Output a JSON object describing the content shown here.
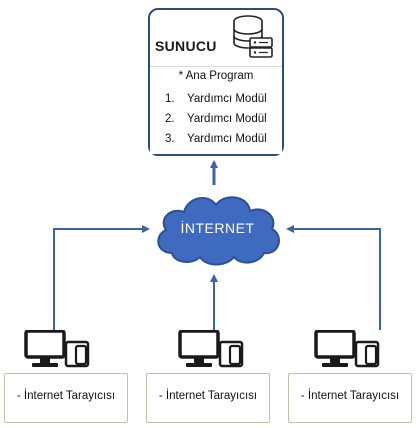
{
  "server": {
    "title": "SUNUCU",
    "main_program": "* Ana Program",
    "modules": [
      {
        "number": "1.",
        "label": "Yardımcı Modül"
      },
      {
        "number": "2.",
        "label": "Yardımcı Modül"
      },
      {
        "number": "3.",
        "label": "Yardımcı Modül"
      }
    ]
  },
  "cloud": {
    "label": "İNTERNET"
  },
  "clients": [
    {
      "label": "- İnternet Tarayıcısı"
    },
    {
      "label": "- İnternet Tarayıcısı"
    },
    {
      "label": "- İnternet Tarayıcısı"
    }
  ],
  "icons": {
    "server": "database-icon",
    "device": "computer-phone-icon"
  },
  "colors": {
    "cloud": "#3e6bbf",
    "cloud_stroke": "#2c4f95",
    "arrow": "#3a63a8",
    "border": "#2f4d7a"
  }
}
